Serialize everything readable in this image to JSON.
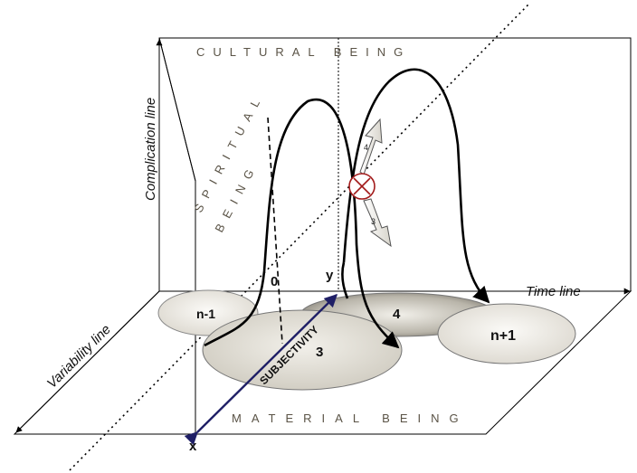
{
  "labels": {
    "cultural_being": "CULTURAL BEING",
    "spiritual": "SPIRITUAL",
    "being": "BEING",
    "material_being": "MATERIAL BEING",
    "complication_line": "Complication line",
    "time_line": "Time line",
    "variability_line": "Variability line",
    "subjectivity": "SUBJECTIVITY",
    "x": "x",
    "y": "y",
    "zero": "0",
    "n_minus_1": "n-1",
    "n_plus_1": "n+1",
    "three": "3",
    "four": "4",
    "arrow_up": "4",
    "arrow_down": "3"
  },
  "colors": {
    "line": "#000000",
    "ellipse_fill": "#e6e3dc",
    "ellipse_dark": "#9a968a",
    "circle_mark": "#a21a1a",
    "subjectivity_arrow": "#1f1f66",
    "label_spaced": "#5a5346"
  }
}
